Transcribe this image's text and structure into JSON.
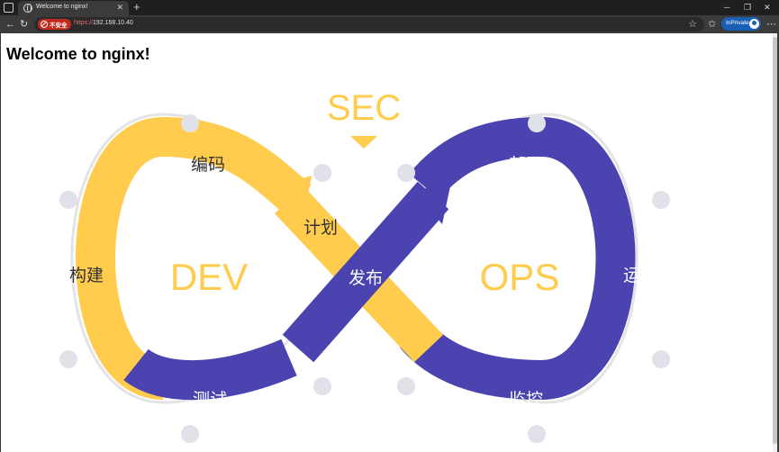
{
  "browser": {
    "tab_title": "Welcome to nginx!",
    "insecure_label": "不安全",
    "url_scheme": "https://",
    "url_host": "192.168.10.40",
    "inprivate_label": "InPrivate"
  },
  "page": {
    "heading": "Welcome to nginx!"
  },
  "diagram": {
    "sec_label": "SEC",
    "dev_label": "DEV",
    "ops_label": "OPS",
    "stages": {
      "code": "编码",
      "build": "构建",
      "test": "测试",
      "plan": "计划",
      "release": "发布",
      "deploy": "部署",
      "operate": "运营",
      "monitor": "监控"
    },
    "colors": {
      "dev": "#ffcc4d",
      "ops": "#4a43b0",
      "label_on_dark": "#ffffff",
      "label_on_light": "#333333",
      "track": "#dcdcdc"
    }
  }
}
